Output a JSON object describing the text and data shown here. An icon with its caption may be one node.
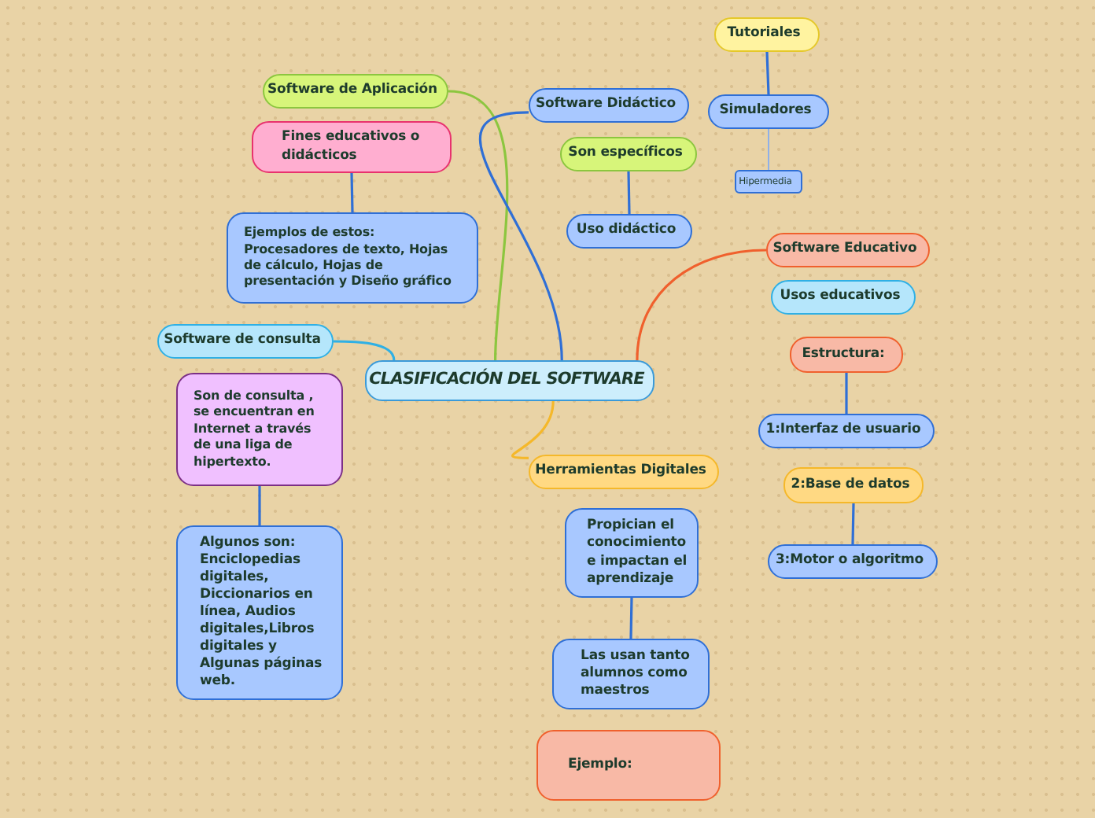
{
  "diagram": {
    "nodes": [
      {
        "text": [
          "CLASIFICACIÓN DEL SOFTWARE"
        ]
      },
      {
        "text": [
          "Software de Aplicación"
        ]
      },
      {
        "text": [
          "Fines educativos o didácticos"
        ]
      },
      {
        "text": [
          "Ejemplos de estos: Procesadores de texto, Hojas de cálculo, Hojas de presentación y Diseño gráfico"
        ]
      },
      {
        "text": [
          "Software de consulta"
        ]
      },
      {
        "text": [
          "Son de consulta , se encuentran en Internet a través de una liga de hipertexto."
        ]
      },
      {
        "text": [
          "Algunos son: Enciclopedias digitales, Diccionarios en línea, Audios digitales,Libros digitales y Algunas páginas web."
        ]
      },
      {
        "text": [
          "Software Didáctico"
        ]
      },
      {
        "text": [
          "Son específicos"
        ]
      },
      {
        "text": [
          "Uso didáctico"
        ]
      },
      {
        "text": [
          "Tutoriales"
        ]
      },
      {
        "text": [
          "Simuladores"
        ]
      },
      {
        "text": [
          "Hipermedia"
        ]
      },
      {
        "text": [
          "Software Educativo"
        ]
      },
      {
        "text": [
          "Usos educativos"
        ]
      },
      {
        "text": [
          "Estructura:"
        ]
      },
      {
        "text": [
          "1:Interfaz de usuario"
        ]
      },
      {
        "text": [
          "2:Base de datos"
        ]
      },
      {
        "text": [
          "3:Motor o algoritmo"
        ]
      },
      {
        "text": [
          "Herramientas Digitales"
        ]
      },
      {
        "text": [
          "Propician el conocimiento e impactan el aprendizaje"
        ]
      },
      {
        "text": [
          "Las usan tanto alumnos como maestros"
        ]
      },
      {
        "text": [
          "Ejemplo:"
        ]
      }
    ],
    "edges": [
      {
        "from": 0,
        "to": 1,
        "arrow": "none",
        "color": "#8cc63f"
      },
      {
        "from": 2,
        "to": 3,
        "arrow": "none"
      },
      {
        "from": 0,
        "to": 4,
        "arrow": "none",
        "color": "#2fb0e5"
      },
      {
        "from": 5,
        "to": 6,
        "arrow": "none"
      },
      {
        "from": 0,
        "to": 7,
        "arrow": "none"
      },
      {
        "from": 8,
        "to": 9,
        "arrow": "none"
      },
      {
        "from": 10,
        "to": 11,
        "arrow": "none"
      },
      {
        "from": 11,
        "to": 12,
        "arrow": "none",
        "color": "#8fb0e8"
      },
      {
        "from": 0,
        "to": 13,
        "arrow": "none",
        "color": "#f0602d"
      },
      {
        "from": 15,
        "to": 16,
        "arrow": "none"
      },
      {
        "from": 17,
        "to": 18,
        "arrow": "none"
      },
      {
        "from": 0,
        "to": 19,
        "arrow": "none",
        "color": "#f5b82a"
      },
      {
        "from": 20,
        "to": 21,
        "arrow": "none"
      }
    ]
  }
}
